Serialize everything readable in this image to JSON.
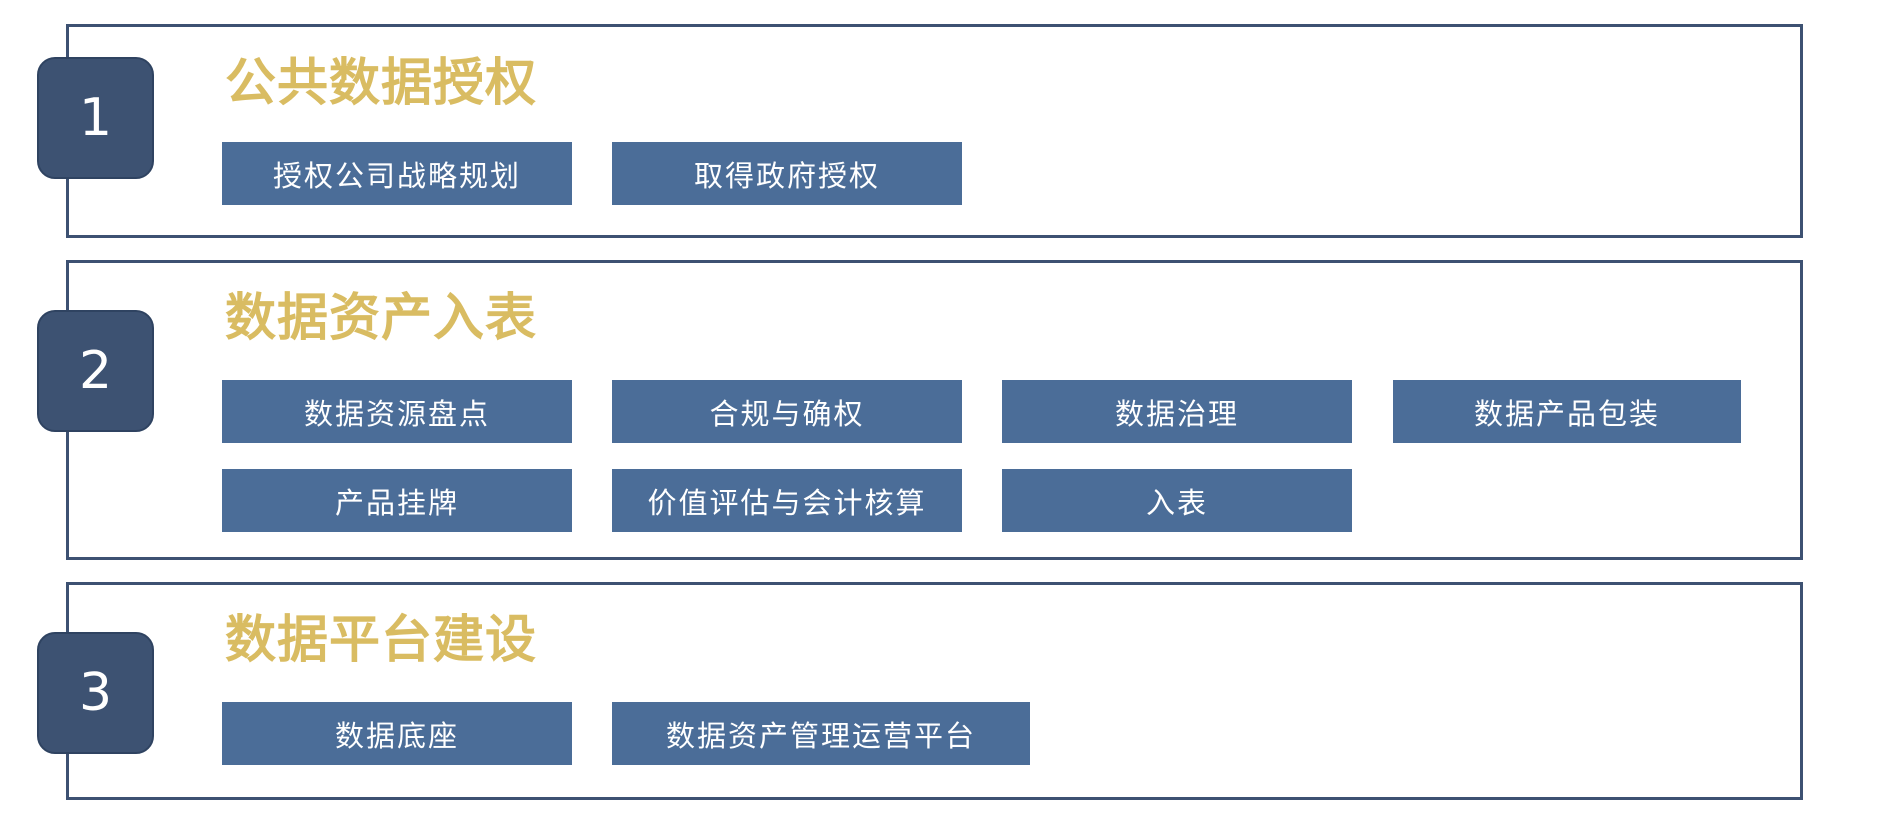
{
  "sections": [
    {
      "number": "1",
      "title": "公共数据授权",
      "items": [
        "授权公司战略规划",
        "取得政府授权"
      ]
    },
    {
      "number": "2",
      "title": "数据资产入表",
      "items": [
        "数据资源盘点",
        "合规与确权",
        "数据治理",
        "数据产品包装",
        "产品挂牌",
        "价值评估与会计核算",
        "入表"
      ]
    },
    {
      "number": "3",
      "title": "数据平台建设",
      "items": [
        "数据底座",
        "数据资产管理运营平台"
      ]
    }
  ],
  "colors": {
    "frame": "#3d5172",
    "badge": "#3d5272",
    "title": "#d9bc62",
    "tag": "#4b6d98"
  }
}
